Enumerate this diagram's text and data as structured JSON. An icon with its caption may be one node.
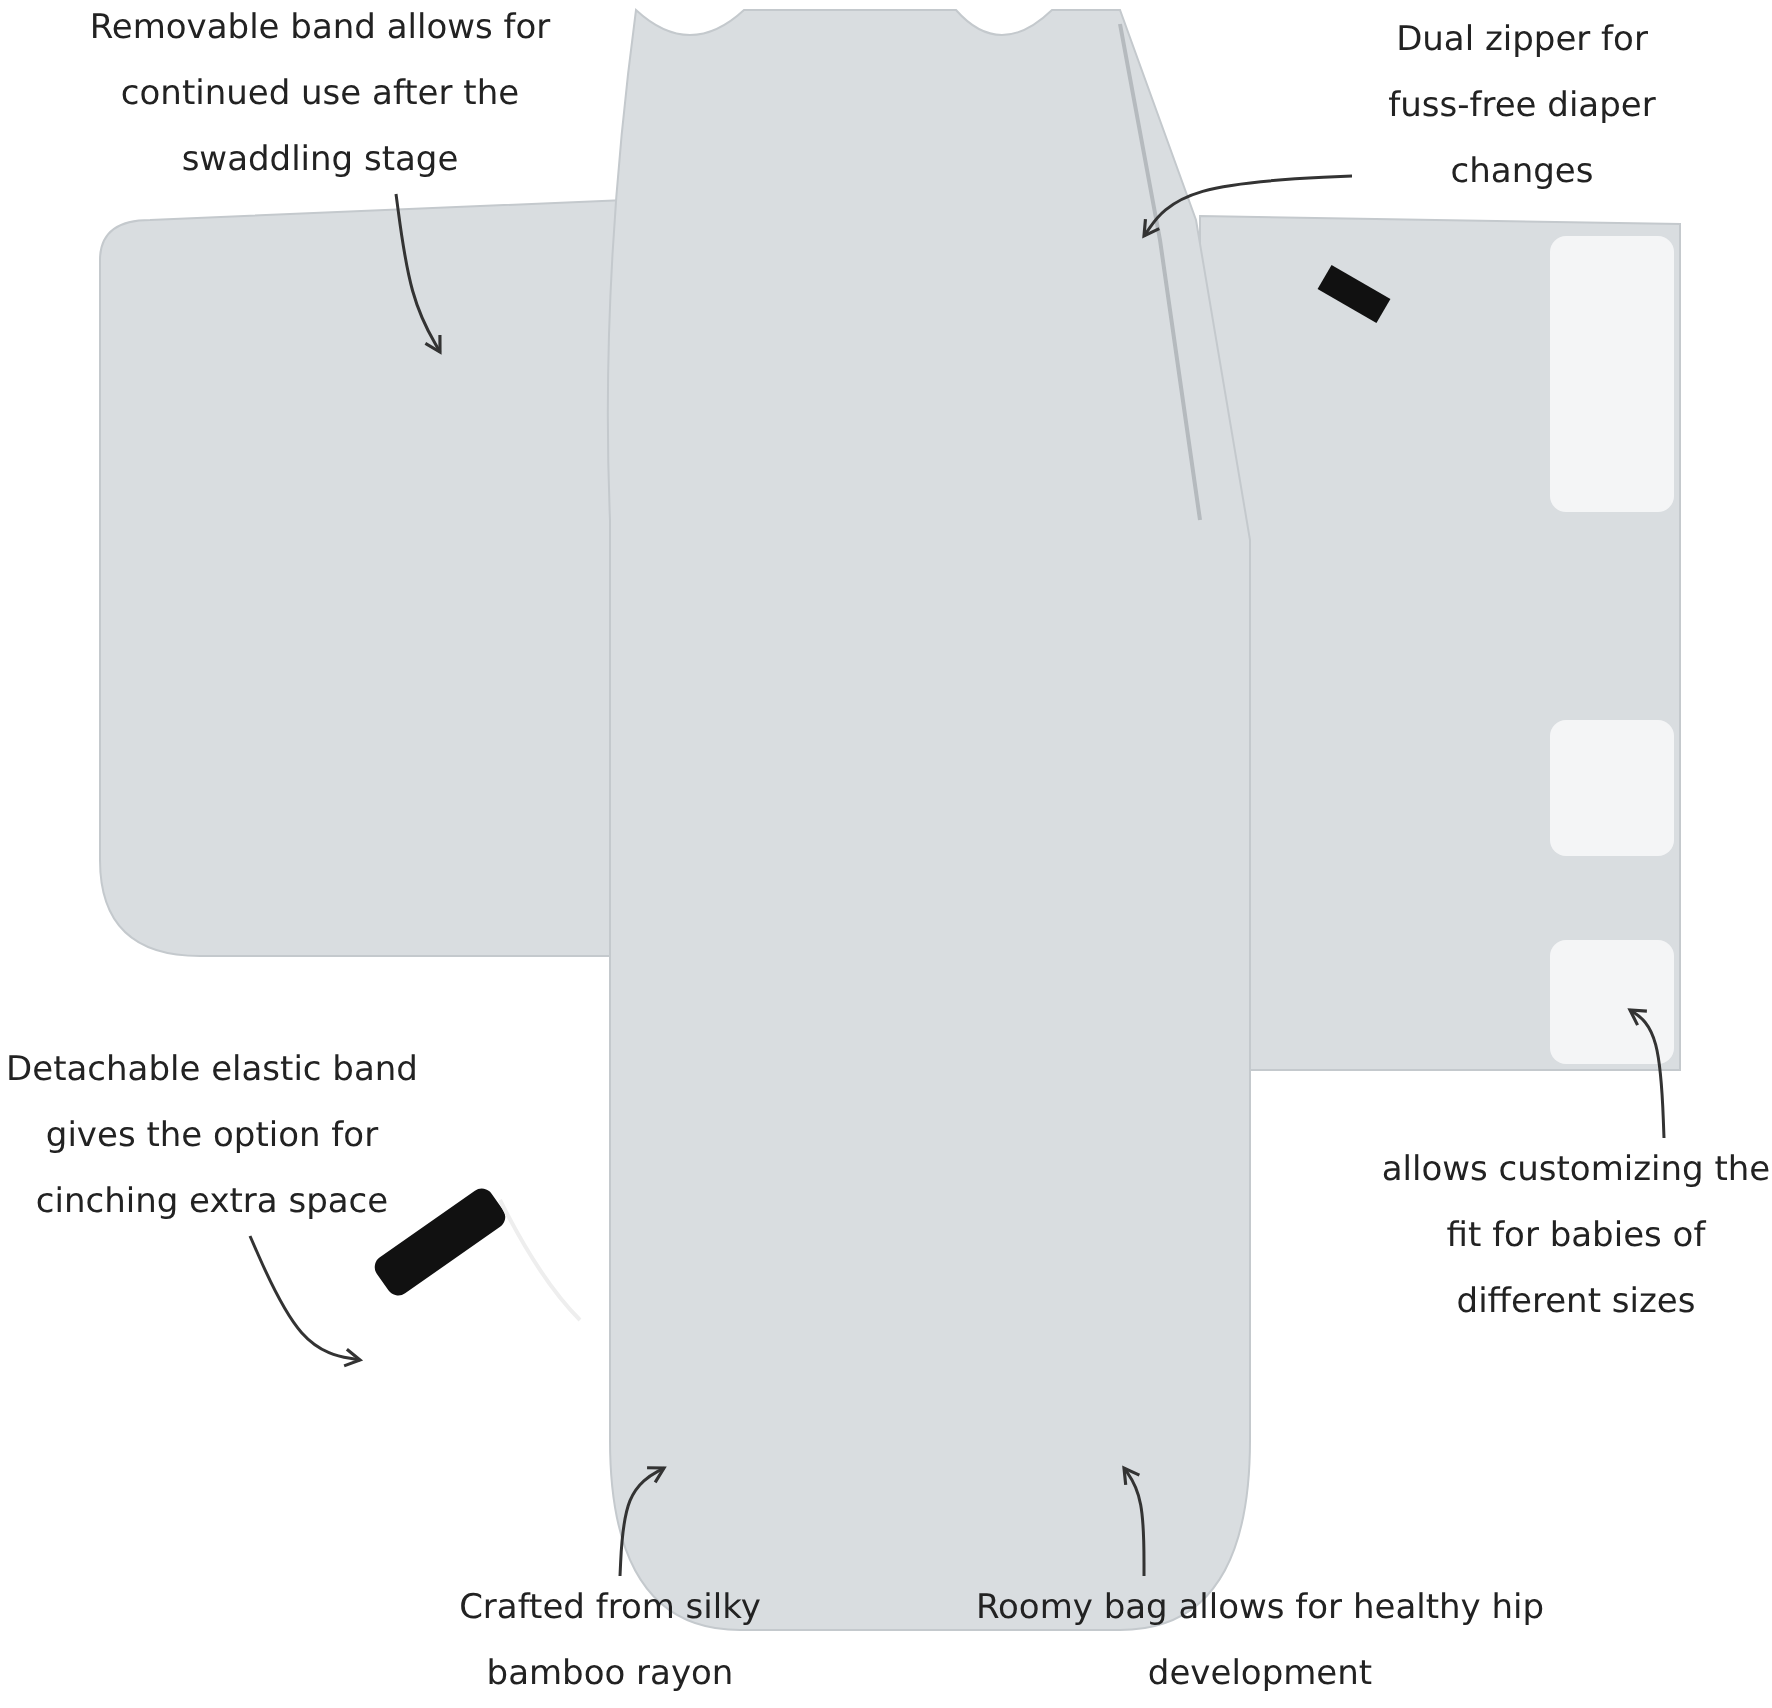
{
  "diagram": {
    "nodes": [
      {
        "text": [
          "Removable band allows for continued use after the swaddling stage"
        ]
      },
      {
        "text": [
          "Dual zipper for fuss-free diaper changes"
        ]
      },
      {
        "text": [
          "Detachable elastic band gives the option for cinching extra space"
        ]
      },
      {
        "text": [
          "allows customizing the fit for babies of different sizes"
        ]
      },
      {
        "text": [
          "Crafted from silky bamboo rayon"
        ]
      },
      {
        "text": [
          "Roomy bag allows for healthy hip development"
        ]
      }
    ],
    "edges": [
      {
        "from": 0,
        "to": null,
        "arrow": "to"
      },
      {
        "from": 1,
        "to": null,
        "arrow": "to"
      },
      {
        "from": 2,
        "to": null,
        "arrow": "to"
      },
      {
        "from": 3,
        "to": null,
        "arrow": "to"
      },
      {
        "from": 4,
        "to": null,
        "arrow": "to"
      },
      {
        "from": 5,
        "to": null,
        "arrow": "to"
      }
    ]
  }
}
